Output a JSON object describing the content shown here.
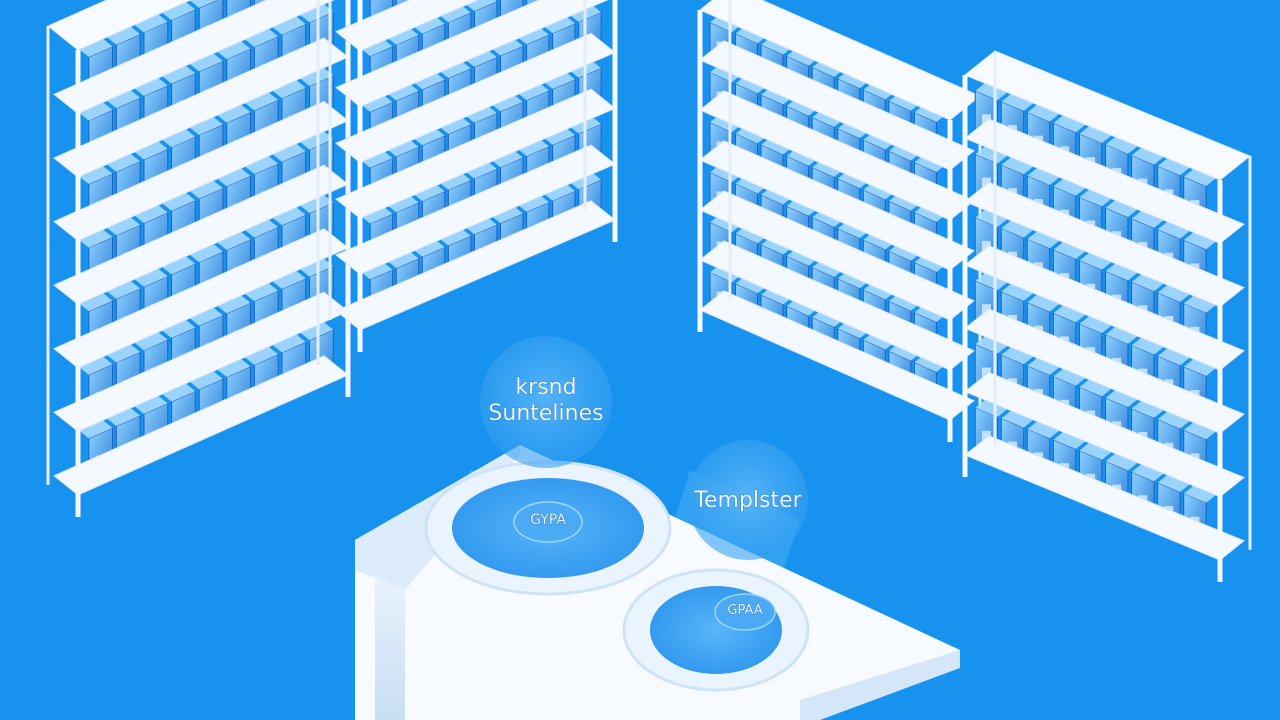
{
  "scene": {
    "description_free": true,
    "colors": {
      "background": "#1792ef",
      "shelf_frame": "#f4f8ff",
      "box_dark": "#2a7fd8",
      "box_light": "#7cc3fb",
      "table_top": "#f7fbff",
      "disc": "#3aa6f5"
    }
  },
  "labels": {
    "bubble_left_line1": "krsnd",
    "bubble_left_line2": "Suntelines",
    "bubble_right": "Templster",
    "disc_top": "GYPA",
    "disc_bottom": "GPAA"
  }
}
